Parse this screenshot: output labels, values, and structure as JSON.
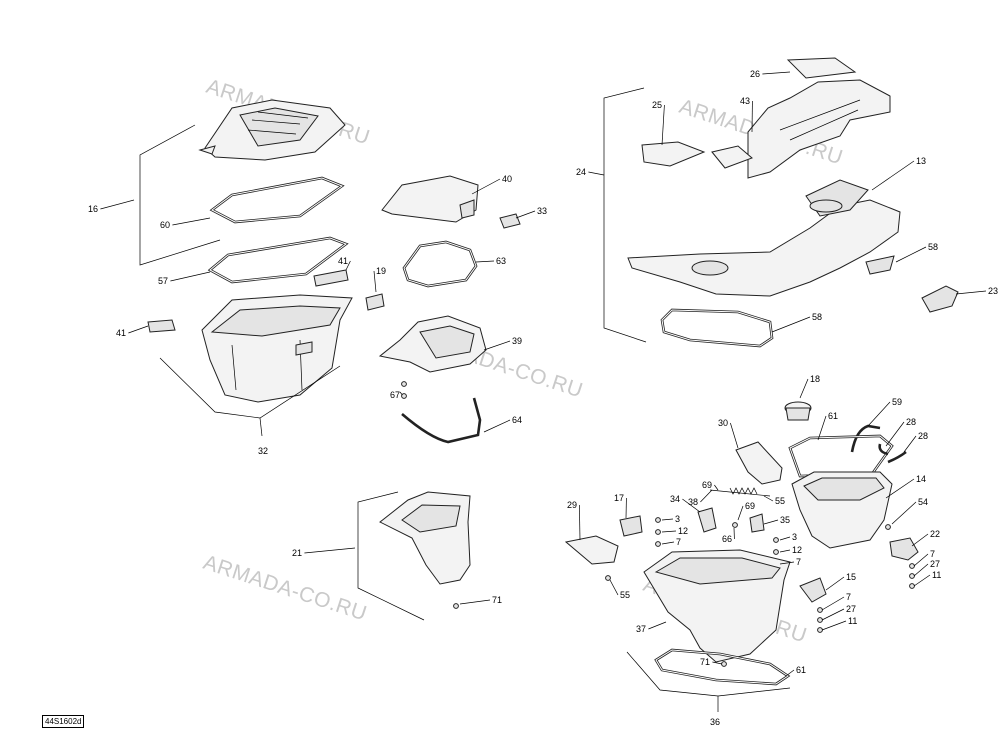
{
  "watermark": "ARMADA-CO.RU",
  "ref_code": "44S1602d",
  "callouts": [
    {
      "id": "c16",
      "text": "16"
    },
    {
      "id": "c60",
      "text": "60"
    },
    {
      "id": "c57",
      "text": "57"
    },
    {
      "id": "c41a",
      "text": "41"
    },
    {
      "id": "c41b",
      "text": "41"
    },
    {
      "id": "c32",
      "text": "32"
    },
    {
      "id": "c40",
      "text": "40"
    },
    {
      "id": "c33",
      "text": "33"
    },
    {
      "id": "c19",
      "text": "19"
    },
    {
      "id": "c63",
      "text": "63"
    },
    {
      "id": "c39",
      "text": "39"
    },
    {
      "id": "c67",
      "text": "67"
    },
    {
      "id": "c64",
      "text": "64"
    },
    {
      "id": "c21",
      "text": "21"
    },
    {
      "id": "c71a",
      "text": "71"
    },
    {
      "id": "c26",
      "text": "26"
    },
    {
      "id": "c25",
      "text": "25"
    },
    {
      "id": "c43",
      "text": "43"
    },
    {
      "id": "c24",
      "text": "24"
    },
    {
      "id": "c13",
      "text": "13"
    },
    {
      "id": "c58a",
      "text": "58"
    },
    {
      "id": "c58b",
      "text": "58"
    },
    {
      "id": "c23",
      "text": "23"
    },
    {
      "id": "c18",
      "text": "18"
    },
    {
      "id": "c59",
      "text": "59"
    },
    {
      "id": "c61a",
      "text": "61"
    },
    {
      "id": "c28a",
      "text": "28"
    },
    {
      "id": "c28b",
      "text": "28"
    },
    {
      "id": "c30",
      "text": "30"
    },
    {
      "id": "c14",
      "text": "14"
    },
    {
      "id": "c38",
      "text": "38"
    },
    {
      "id": "c69a",
      "text": "69"
    },
    {
      "id": "c55a",
      "text": "55"
    },
    {
      "id": "c69b",
      "text": "69"
    },
    {
      "id": "c54",
      "text": "54"
    },
    {
      "id": "c29",
      "text": "29"
    },
    {
      "id": "c17",
      "text": "17"
    },
    {
      "id": "c34",
      "text": "34"
    },
    {
      "id": "c3a",
      "text": "3"
    },
    {
      "id": "c12a",
      "text": "12"
    },
    {
      "id": "c7a",
      "text": "7"
    },
    {
      "id": "c35",
      "text": "35"
    },
    {
      "id": "c66",
      "text": "66"
    },
    {
      "id": "c3b",
      "text": "3"
    },
    {
      "id": "c12b",
      "text": "12"
    },
    {
      "id": "c7b",
      "text": "7"
    },
    {
      "id": "c22",
      "text": "22"
    },
    {
      "id": "c7c",
      "text": "7"
    },
    {
      "id": "c27a",
      "text": "27"
    },
    {
      "id": "c11a",
      "text": "11"
    },
    {
      "id": "c55b",
      "text": "55"
    },
    {
      "id": "c15",
      "text": "15"
    },
    {
      "id": "c7d",
      "text": "7"
    },
    {
      "id": "c27b",
      "text": "27"
    },
    {
      "id": "c11b",
      "text": "11"
    },
    {
      "id": "c37",
      "text": "37"
    },
    {
      "id": "c71b",
      "text": "71"
    },
    {
      "id": "c61b",
      "text": "61"
    },
    {
      "id": "c36",
      "text": "36"
    }
  ]
}
